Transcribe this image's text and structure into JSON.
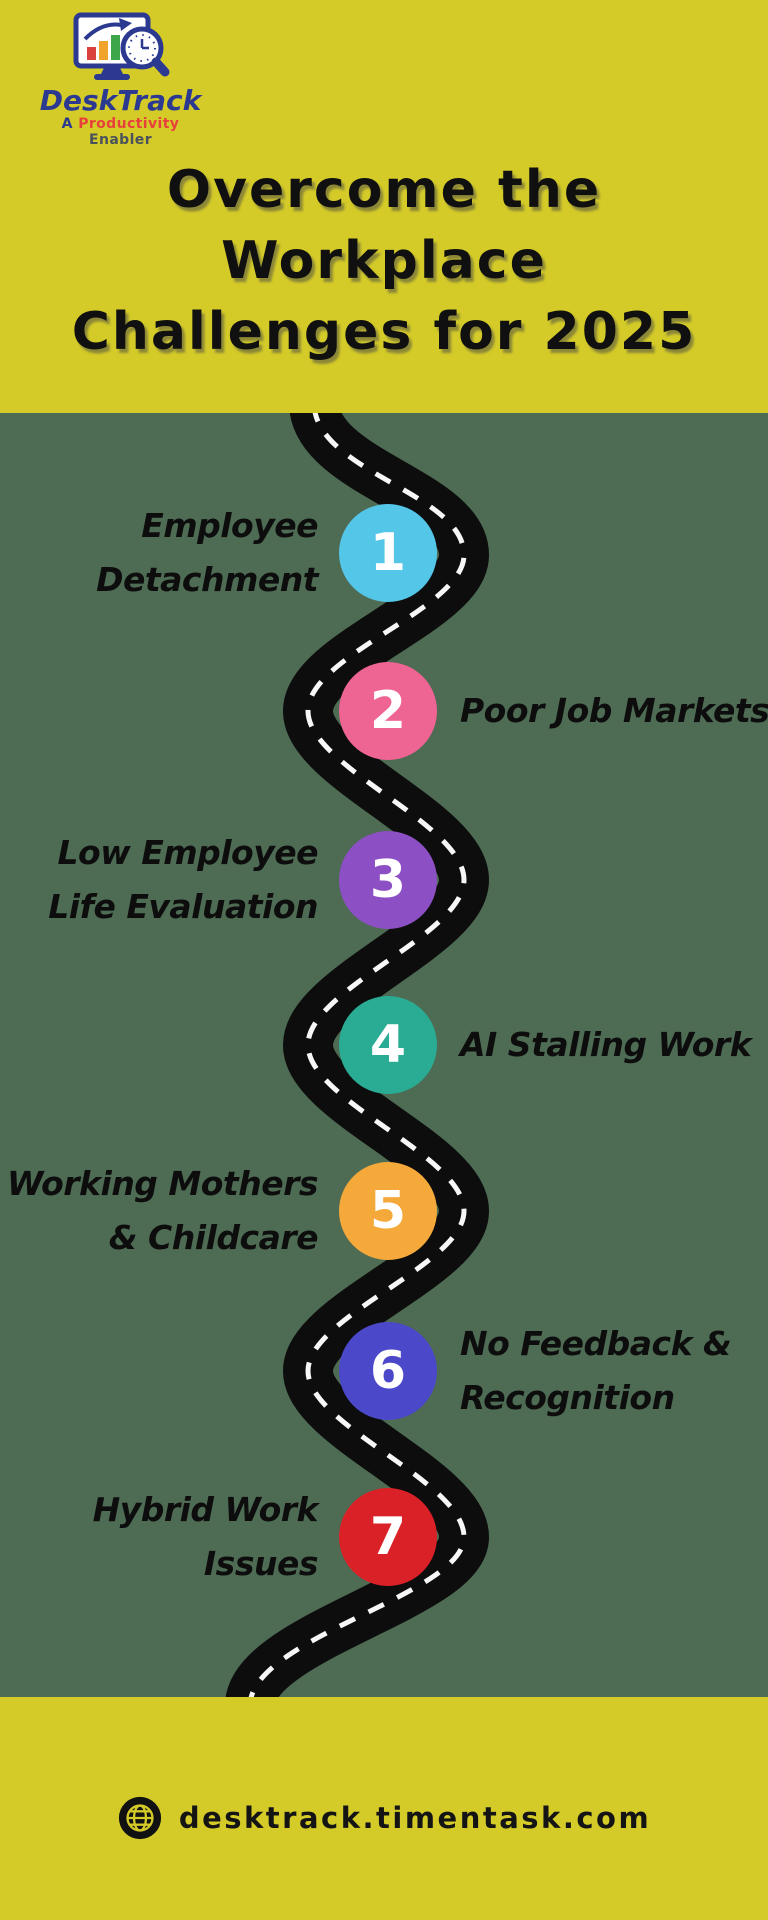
{
  "colors": {
    "band_yellow": "#d4cb29",
    "body_green": "#4e6b54",
    "road_black": "#0d0d0d",
    "brand_navy": "#2b3a90",
    "brand_red": "#e8413c"
  },
  "logo": {
    "brand_first": "Desk",
    "brand_second": "Track",
    "tagline_a": "A",
    "tagline_highlight": "Productivity",
    "tagline_rest": "Enabler"
  },
  "header": {
    "title_lines": [
      "Overcome the",
      "Workplace",
      "Challenges for 2025"
    ]
  },
  "roadmap": {
    "items": [
      {
        "number": "1",
        "label_lines": [
          "Employee",
          "Detachment"
        ],
        "color": "#54c6e8",
        "side": "left"
      },
      {
        "number": "2",
        "label_lines": [
          "Poor Job Markets"
        ],
        "color": "#ee6492",
        "side": "right"
      },
      {
        "number": "3",
        "label_lines": [
          "Low Employee",
          "Life Evaluation"
        ],
        "color": "#8c4fc4",
        "side": "left"
      },
      {
        "number": "4",
        "label_lines": [
          "AI Stalling Work"
        ],
        "color": "#2aab93",
        "side": "right"
      },
      {
        "number": "5",
        "label_lines": [
          "Working Mothers",
          "& Childcare"
        ],
        "color": "#f5a93a",
        "side": "left"
      },
      {
        "number": "6",
        "label_lines": [
          "No Feedback &",
          "Recognition"
        ],
        "color": "#4b48c9",
        "side": "right"
      },
      {
        "number": "7",
        "label_lines": [
          "Hybrid Work",
          "Issues"
        ],
        "color": "#da2127",
        "side": "left"
      }
    ]
  },
  "footer": {
    "website": "desktrack.timentask.com"
  }
}
